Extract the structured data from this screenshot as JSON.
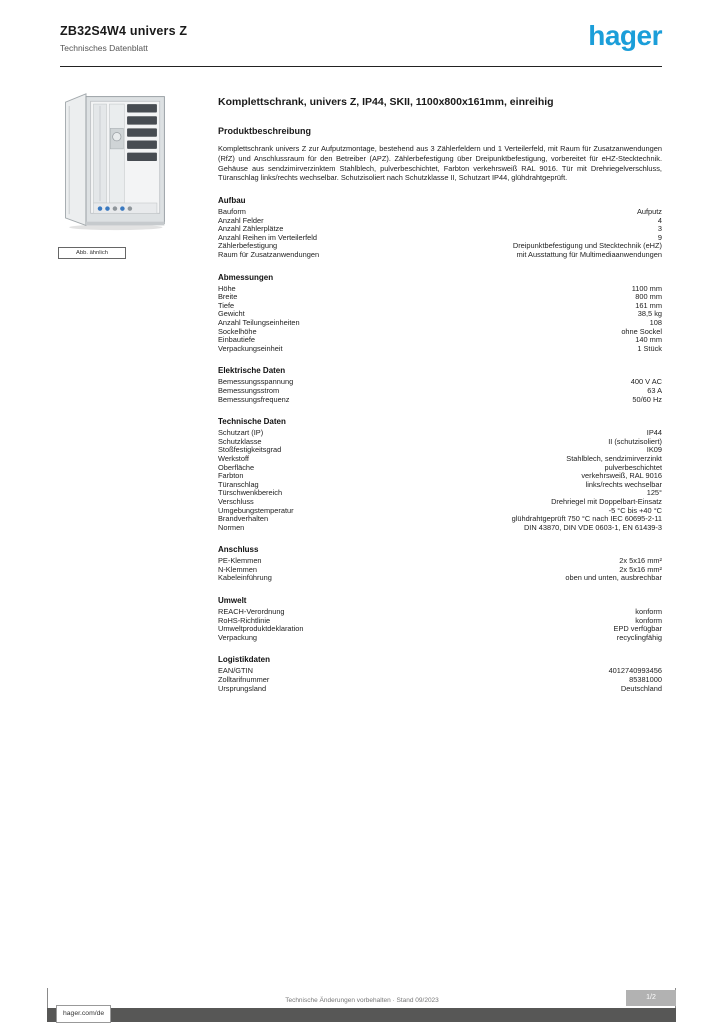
{
  "header": {
    "product_line1": "ZB32S4W4 univers Z",
    "product_line2": "Technisches Datenblatt",
    "logo": "hager",
    "brand_color": "#1b9ed9"
  },
  "product_image": {
    "caption": "Abb. ähnlich"
  },
  "main": {
    "title": "Komplettschrank, univers Z, IP44, SKII, 1100x800x161mm, einreihig",
    "description_heading": "Produktbeschreibung",
    "description": "Komplettschrank univers Z zur Aufputzmontage, bestehend aus 3 Zählerfeldern und 1 Verteilerfeld, mit Raum für Zusatzanwendungen (RfZ) und Anschlussraum für den Betreiber (APZ). Zählerbefestigung über Dreipunktbefestigung, vorbereitet für eHZ-Stecktechnik. Gehäuse aus sendzimirverzinktem Stahlblech, pulverbeschichtet, Farbton verkehrsweiß RAL 9016. Tür mit Drehriegelverschluss, Türanschlag links/rechts wechselbar. Schutzisoliert nach Schutzklasse II, Schutzart IP44, glühdrahtgeprüft."
  },
  "sections": [
    {
      "heading": "Aufbau",
      "rows": [
        {
          "label": "Bauform",
          "value": "Aufputz"
        },
        {
          "label": "Anzahl Felder",
          "value": "4"
        },
        {
          "label": "Anzahl Zählerplätze",
          "value": "3"
        },
        {
          "label": "Anzahl Reihen im Verteilerfeld",
          "value": "9"
        },
        {
          "label": "Zählerbefestigung",
          "value": "Dreipunktbefestigung und Stecktechnik (eHZ)"
        },
        {
          "label": "Raum für Zusatzanwendungen",
          "value": "mit Ausstattung für Multimediaanwendungen"
        }
      ]
    },
    {
      "heading": "Abmessungen",
      "rows": [
        {
          "label": "Höhe",
          "value": "1100 mm"
        },
        {
          "label": "Breite",
          "value": "800 mm"
        },
        {
          "label": "Tiefe",
          "value": "161 mm"
        },
        {
          "label": "Gewicht",
          "value": "38,5 kg"
        },
        {
          "label": "Anzahl Teilungseinheiten",
          "value": "108"
        },
        {
          "label": "Sockelhöhe",
          "value": "ohne Sockel"
        },
        {
          "label": "Einbautiefe",
          "value": "140 mm"
        },
        {
          "label": "Verpackungseinheit",
          "value": "1 Stück"
        }
      ]
    },
    {
      "heading": "Elektrische Daten",
      "rows": [
        {
          "label": "Bemessungsspannung",
          "value": "400 V AC"
        },
        {
          "label": "Bemessungsstrom",
          "value": "63 A"
        },
        {
          "label": "Bemessungsfrequenz",
          "value": "50/60 Hz"
        }
      ]
    },
    {
      "heading": "Technische Daten",
      "rows": [
        {
          "label": "Schutzart (IP)",
          "value": "IP44"
        },
        {
          "label": "Schutzklasse",
          "value": "II (schutzisoliert)"
        },
        {
          "label": "Stoßfestigkeitsgrad",
          "value": "IK09"
        },
        {
          "label": "Werkstoff",
          "value": "Stahlblech, sendzimirverzinkt"
        },
        {
          "label": "Oberfläche",
          "value": "pulverbeschichtet"
        },
        {
          "label": "Farbton",
          "value": "verkehrsweiß, RAL 9016"
        },
        {
          "label": "Türanschlag",
          "value": "links/rechts wechselbar"
        },
        {
          "label": "Türschwenkbereich",
          "value": "125°"
        },
        {
          "label": "Verschluss",
          "value": "Drehriegel mit Doppelbart-Einsatz"
        },
        {
          "label": "Umgebungstemperatur",
          "value": "-5 °C bis +40 °C"
        },
        {
          "label": "Brandverhalten",
          "value": "glühdrahtgeprüft 750 °C nach IEC 60695-2-11"
        },
        {
          "label": "Normen",
          "value": "DIN 43870, DIN VDE 0603-1, EN 61439-3"
        }
      ]
    },
    {
      "heading": "Anschluss",
      "rows": [
        {
          "label": "PE-Klemmen",
          "value": "2x 5x16 mm²"
        },
        {
          "label": "N-Klemmen",
          "value": "2x 5x16 mm²"
        },
        {
          "label": "Kabeleinführung",
          "value": "oben und unten, ausbrechbar"
        }
      ]
    },
    {
      "heading": "Umwelt",
      "rows": [
        {
          "label": "REACH-Verordnung",
          "value": "konform"
        },
        {
          "label": "RoHS-Richtlinie",
          "value": "konform"
        },
        {
          "label": "Umweltproduktdeklaration",
          "value": "EPD verfügbar"
        },
        {
          "label": "Verpackung",
          "value": "recyclingfähig"
        }
      ]
    },
    {
      "heading": "Logistikdaten",
      "rows": [
        {
          "label": "EAN/GTIN",
          "value": "4012740993456"
        },
        {
          "label": "Zolltarifnummer",
          "value": "85381000"
        },
        {
          "label": "Ursprungsland",
          "value": "Deutschland"
        }
      ]
    }
  ],
  "footer": {
    "website": "hager.com/de",
    "note": "Technische Änderungen vorbehalten · Stand 09/2023",
    "page": "1/2"
  }
}
